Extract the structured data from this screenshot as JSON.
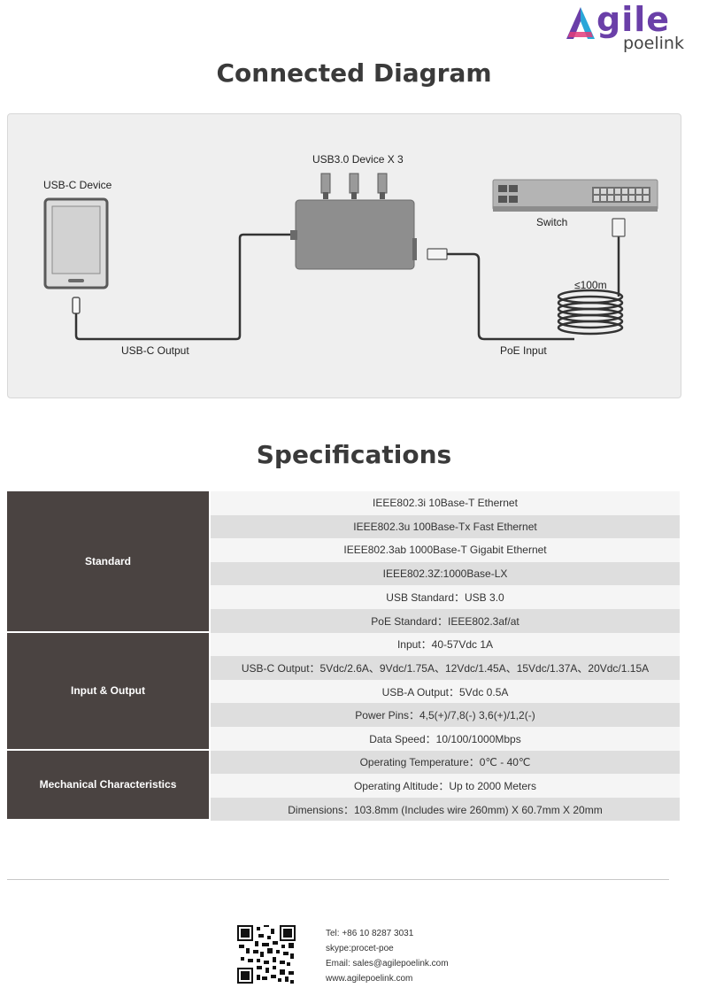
{
  "brand": {
    "logo_text": "gile",
    "logo_sub": "poelink"
  },
  "diagram": {
    "title": "Connected Diagram",
    "labels": {
      "usb_c_device": "USB-C Device",
      "usb3_device": "USB3.0 Device X 3",
      "switch": "Switch",
      "distance": "≤100m",
      "usb_c_output": "USB-C Output",
      "poe_input": "PoE Input"
    }
  },
  "specifications": {
    "title": "Specifications",
    "groups": [
      {
        "name": "Standard",
        "rows": [
          "IEEE802.3i 10Base-T Ethernet",
          "IEEE802.3u 100Base-Tx Fast Ethernet",
          "IEEE802.3ab 1000Base-T Gigabit Ethernet",
          "IEEE802.3Z:1000Base-LX",
          "USB Standard：USB 3.0",
          "PoE Standard：IEEE802.3af/at"
        ]
      },
      {
        "name": "Input & Output",
        "rows": [
          "Input：40-57Vdc 1A",
          "USB-C Output：5Vdc/2.6A、9Vdc/1.75A、12Vdc/1.45A、15Vdc/1.37A、20Vdc/1.15A",
          "USB-A Output：5Vdc 0.5A",
          "Power Pins：4,5(+)/7,8(-) 3,6(+)/1,2(-)",
          "Data Speed：10/100/1000Mbps"
        ]
      },
      {
        "name": "Mechanical Characteristics",
        "rows": [
          "Operating Temperature：0℃ - 40℃",
          "Operating Altitude：Up to 2000 Meters",
          "Dimensions：103.8mm (Includes wire 260mm) X 60.7mm X 20mm"
        ]
      }
    ]
  },
  "contact": {
    "tel": "Tel: +86 10 8287 3031",
    "skype": "skype:procet-poe",
    "email": "Email: sales@agilepoelink.com",
    "web": "www.agilepoelink.com"
  }
}
